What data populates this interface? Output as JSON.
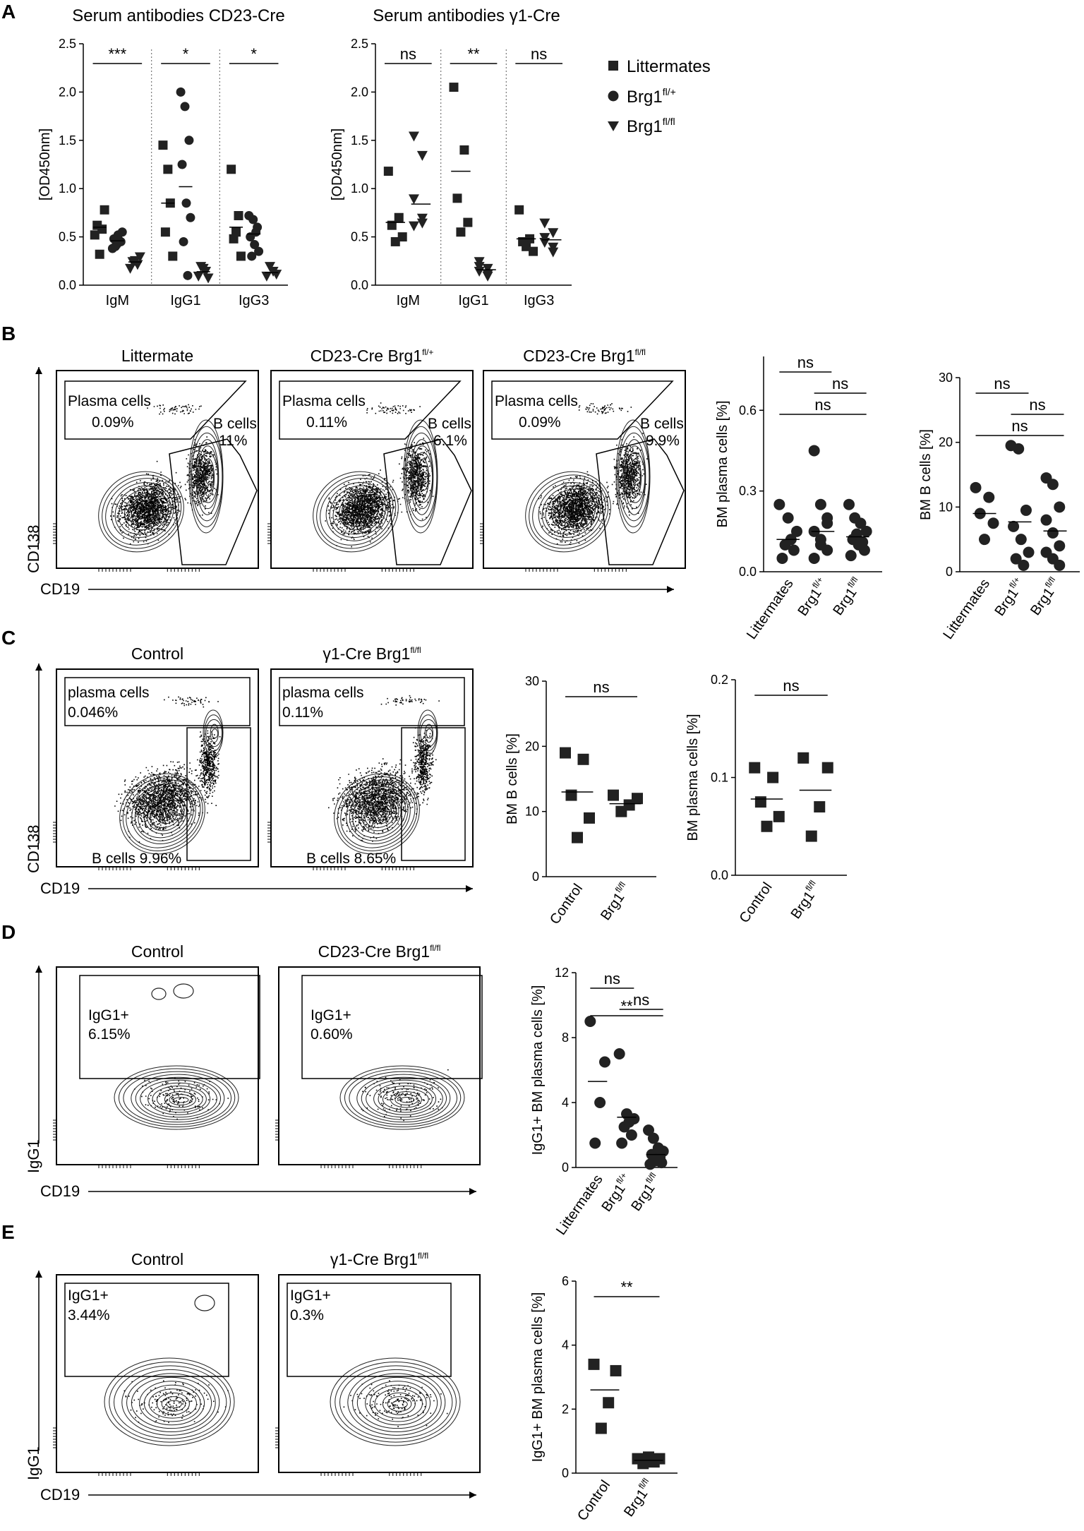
{
  "panels": {
    "A": {
      "letter": "A"
    },
    "B": {
      "letter": "B"
    },
    "C": {
      "letter": "C"
    },
    "D": {
      "letter": "D"
    },
    "E": {
      "letter": "E"
    }
  },
  "legend": {
    "items": [
      {
        "label": "Littermates",
        "sup": "",
        "marker": "square"
      },
      {
        "label": "Brg1",
        "sup": "fl/+",
        "marker": "circle"
      },
      {
        "label": "Brg1",
        "sup": "fl/fl",
        "marker": "triangle-down"
      }
    ]
  },
  "facs": {
    "B": {
      "x_axis": "CD19",
      "y_axis": "CD138",
      "plots": [
        {
          "title": "Littermate",
          "title_sup": "",
          "gate1_name": "Plasma cells",
          "gate1_value": "0.09%",
          "gate2_name": "B cells",
          "gate2_value": "11%"
        },
        {
          "title": "CD23-Cre Brg1",
          "title_sup": "fl/+",
          "gate1_name": "Plasma cells",
          "gate1_value": "0.11%",
          "gate2_name": "B cells",
          "gate2_value": "6.1%"
        },
        {
          "title": "CD23-Cre Brg1",
          "title_sup": "fl/fl",
          "gate1_name": "Plasma cells",
          "gate1_value": "0.09%",
          "gate2_name": "B cells",
          "gate2_value": "9.9%"
        }
      ]
    },
    "C": {
      "x_axis": "CD19",
      "y_axis": "CD138",
      "plots": [
        {
          "title": "Control",
          "title_sup": "",
          "gate1_name": "plasma cells",
          "gate1_value": "0.046%",
          "gate2_label": "B cells 9.96%"
        },
        {
          "title": "γ1-Cre Brg1",
          "title_sup": "fl/fl",
          "gate1_name": "plasma cells",
          "gate1_value": "0.11%",
          "gate2_label": "B cells 8.65%"
        }
      ]
    },
    "D": {
      "x_axis": "CD19",
      "y_axis": "IgG1",
      "plots": [
        {
          "title": "Control",
          "title_sup": "",
          "gate_name": "IgG1+",
          "gate_value": "6.15%"
        },
        {
          "title": "CD23-Cre Brg1",
          "title_sup": "fl/fl",
          "gate_name": "IgG1+",
          "gate_value": "0.60%"
        }
      ]
    },
    "E": {
      "x_axis": "CD19",
      "y_axis": "IgG1",
      "plots": [
        {
          "title": "Control",
          "title_sup": "",
          "gate_name": "IgG1+",
          "gate_value": "3.44%"
        },
        {
          "title": "γ1-Cre Brg1",
          "title_sup": "fl/fl",
          "gate_name": "IgG1+",
          "gate_value": "0.3%"
        }
      ]
    }
  },
  "chart_data": [
    {
      "id": "A1",
      "type": "scatter",
      "title": "Serum antibodies CD23-Cre",
      "ylabel": "[OD450nm]",
      "ylim": [
        0,
        2.5
      ],
      "yticks": [
        "0.0",
        "0.5",
        "1.0",
        "1.5",
        "2.0",
        "2.5"
      ],
      "categories": [
        "IgM",
        "IgG1",
        "IgG3"
      ],
      "groups_per_category": 3,
      "markers": [
        "square",
        "circle",
        "triangle-down"
      ],
      "points": [
        [
          [
            0.52,
            0.58,
            0.62,
            0.78,
            0.32
          ],
          [
            0.38,
            0.42,
            0.45,
            0.48,
            0.52,
            0.55,
            0.4,
            0.46
          ],
          [
            0.18,
            0.22,
            0.25,
            0.3,
            0.26
          ]
        ],
        [
          [
            1.45,
            0.85,
            0.55,
            0.3,
            1.2
          ],
          [
            2.0,
            1.85,
            1.5,
            1.25,
            0.85,
            0.7,
            0.45,
            0.1
          ],
          [
            0.1,
            0.15,
            0.2,
            0.08,
            0.18
          ]
        ],
        [
          [
            1.2,
            0.72,
            0.48,
            0.3,
            0.55
          ],
          [
            0.72,
            0.68,
            0.6,
            0.5,
            0.42,
            0.35,
            0.3,
            0.55
          ],
          [
            0.1,
            0.12,
            0.15,
            0.2
          ]
        ]
      ],
      "means": [
        [
          0.6,
          0.46,
          0.24
        ],
        [
          0.85,
          1.02,
          0.14
        ],
        [
          0.6,
          0.53,
          0.13
        ]
      ],
      "significance": [
        {
          "from": [
            0,
            0
          ],
          "to": [
            0,
            2
          ],
          "label": "***"
        },
        {
          "from": [
            1,
            0
          ],
          "to": [
            1,
            2
          ],
          "label": "*"
        },
        {
          "from": [
            2,
            0
          ],
          "to": [
            2,
            2
          ],
          "label": "*"
        }
      ],
      "series": [
        {
          "name": "Littermates"
        },
        {
          "name": "Brg1fl/+"
        },
        {
          "name": "Brg1fl/fl"
        }
      ]
    },
    {
      "id": "A2",
      "type": "scatter",
      "title": "Serum antibodies γ1-Cre",
      "ylabel": "[OD450nm]",
      "ylim": [
        0,
        2.5
      ],
      "yticks": [
        "0.0",
        "0.5",
        "1.0",
        "1.5",
        "2.0",
        "2.5"
      ],
      "categories": [
        "IgM",
        "IgG1",
        "IgG3"
      ],
      "groups_per_category": 2,
      "markers": [
        "square",
        "triangle-down"
      ],
      "points": [
        [
          [
            1.18,
            0.7,
            0.62,
            0.5,
            0.45
          ],
          [
            1.55,
            1.35,
            0.9,
            0.65,
            0.62,
            0.7
          ]
        ],
        [
          [
            2.05,
            1.4,
            0.9,
            0.65,
            0.55
          ],
          [
            0.25,
            0.18,
            0.15,
            0.12,
            0.2,
            0.1
          ]
        ],
        [
          [
            0.78,
            0.48,
            0.45,
            0.35,
            0.4
          ],
          [
            0.65,
            0.55,
            0.5,
            0.4,
            0.45,
            0.35
          ]
        ]
      ],
      "means": [
        [
          0.65,
          0.84
        ],
        [
          1.18,
          0.16
        ],
        [
          0.48,
          0.47
        ]
      ],
      "significance": [
        {
          "from": [
            0,
            0
          ],
          "to": [
            0,
            1
          ],
          "label": "ns"
        },
        {
          "from": [
            1,
            0
          ],
          "to": [
            1,
            1
          ],
          "label": "**"
        },
        {
          "from": [
            2,
            0
          ],
          "to": [
            2,
            1
          ],
          "label": "ns"
        }
      ]
    },
    {
      "id": "B1",
      "type": "scatter",
      "ylabel": "BM plasma cells [%]",
      "ylim": [
        0,
        0.8
      ],
      "yticks": [
        "0.0",
        "0.3",
        "0.6"
      ],
      "ytick_values": [
        0,
        0.3,
        0.6
      ],
      "categories": [
        {
          "label": "Littermates",
          "sup": ""
        },
        {
          "label": "Brg1",
          "sup": "fl/+"
        },
        {
          "label": "Brg1",
          "sup": "fl/fl"
        }
      ],
      "points": [
        [
          0.25,
          0.2,
          0.15,
          0.1,
          0.08,
          0.05,
          0.12
        ],
        [
          0.45,
          0.25,
          0.2,
          0.15,
          0.1,
          0.08,
          0.05,
          0.12,
          0.18
        ],
        [
          0.25,
          0.2,
          0.18,
          0.15,
          0.12,
          0.1,
          0.08,
          0.06,
          0.14,
          0.11
        ]
      ],
      "means": [
        0.12,
        0.15,
        0.13
      ],
      "significance": [
        {
          "from": 0,
          "to": 1,
          "label": "ns",
          "level": 0
        },
        {
          "from": 1,
          "to": 2,
          "label": "ns",
          "level": 1
        },
        {
          "from": 0,
          "to": 2,
          "label": "ns",
          "level": 2
        }
      ]
    },
    {
      "id": "B2",
      "type": "scatter",
      "ylabel": "BM B cells [%]",
      "ylim": [
        0,
        30
      ],
      "yticks": [
        "0",
        "10",
        "20",
        "30"
      ],
      "ytick_values": [
        0,
        10,
        20,
        30
      ],
      "categories": [
        {
          "label": "Littermates",
          "sup": ""
        },
        {
          "label": "Brg1",
          "sup": "fl/+"
        },
        {
          "label": "Brg1",
          "sup": "fl/fl"
        }
      ],
      "points": [
        [
          13,
          11.5,
          9,
          7.5,
          5
        ],
        [
          19.5,
          19,
          9.5,
          7,
          5,
          3,
          2,
          1
        ],
        [
          14.5,
          13.5,
          10,
          8,
          6,
          4,
          3,
          2,
          1
        ]
      ],
      "means": [
        9.0,
        7.7,
        6.3
      ],
      "significance": [
        {
          "from": 0,
          "to": 1,
          "label": "ns",
          "level": 0
        },
        {
          "from": 1,
          "to": 2,
          "label": "ns",
          "level": 1
        },
        {
          "from": 0,
          "to": 2,
          "label": "ns",
          "level": 2
        }
      ]
    },
    {
      "id": "C1",
      "type": "scatter",
      "ylabel": "BM B cells [%]",
      "ylim": [
        0,
        30
      ],
      "yticks": [
        "0",
        "10",
        "20",
        "30"
      ],
      "ytick_values": [
        0,
        10,
        20,
        30
      ],
      "categories": [
        {
          "label": "Control",
          "sup": ""
        },
        {
          "label": "Brg1",
          "sup": "fl/fl"
        }
      ],
      "points": [
        [
          19,
          18,
          12.5,
          9,
          6
        ],
        [
          12.5,
          12,
          11,
          10
        ]
      ],
      "means": [
        13.0,
        11.2
      ],
      "significance": [
        {
          "from": 0,
          "to": 1,
          "label": "ns",
          "level": 0
        }
      ]
    },
    {
      "id": "C2",
      "type": "scatter",
      "ylabel": "BM plasma cells [%]",
      "ylim": [
        0,
        0.2
      ],
      "yticks": [
        "0.0",
        "0.1",
        "0.2"
      ],
      "ytick_values": [
        0,
        0.1,
        0.2
      ],
      "categories": [
        {
          "label": "Control",
          "sup": ""
        },
        {
          "label": "Brg1",
          "sup": "fl/fl"
        }
      ],
      "points": [
        [
          0.11,
          0.1,
          0.075,
          0.06,
          0.05
        ],
        [
          0.12,
          0.11,
          0.07,
          0.04
        ]
      ],
      "means": [
        0.078,
        0.087
      ],
      "significance": [
        {
          "from": 0,
          "to": 1,
          "label": "ns",
          "level": 0
        }
      ]
    },
    {
      "id": "D1",
      "type": "scatter",
      "ylabel": "IgG1+ BM plasma cells [%]",
      "ylim": [
        0,
        12
      ],
      "yticks": [
        "0",
        "4",
        "8",
        "12"
      ],
      "ytick_values": [
        0,
        4,
        8,
        12
      ],
      "categories": [
        {
          "label": "Littermates",
          "sup": ""
        },
        {
          "label": "Brg1",
          "sup": "fl/+"
        },
        {
          "label": "Brg1",
          "sup": "fl/fl"
        }
      ],
      "points": [
        [
          9,
          6.5,
          4,
          1.5
        ],
        [
          7,
          3.3,
          3,
          2.5,
          2,
          1.5,
          2.8
        ],
        [
          2.3,
          1.8,
          1.2,
          1,
          0.8,
          0.5,
          0.3,
          0.2,
          0.4,
          0.6
        ]
      ],
      "means": [
        5.3,
        3.1,
        0.8
      ],
      "significance": [
        {
          "from": 0,
          "to": 1,
          "label": "ns",
          "level": 0
        },
        {
          "from": 1,
          "to": 2,
          "label": "ns",
          "level": 1
        },
        {
          "from": 0,
          "to": 2,
          "label": "**",
          "level": 1.3
        }
      ]
    },
    {
      "id": "E1",
      "type": "scatter",
      "ylabel": "IgG1+ BM plasma cells [%]",
      "ylim": [
        0,
        6
      ],
      "yticks": [
        "0",
        "2",
        "4",
        "6"
      ],
      "ytick_values": [
        0,
        2,
        4,
        6
      ],
      "categories": [
        {
          "label": "Control",
          "sup": ""
        },
        {
          "label": "Brg1",
          "sup": "fl/fl"
        }
      ],
      "points": [
        [
          3.4,
          3.2,
          2.2,
          1.4
        ],
        [
          0.45,
          0.35,
          0.3,
          0.45,
          0.5
        ]
      ],
      "means": [
        2.6,
        0.4
      ],
      "significance": [
        {
          "from": 0,
          "to": 1,
          "label": "**",
          "level": 0
        }
      ]
    }
  ]
}
